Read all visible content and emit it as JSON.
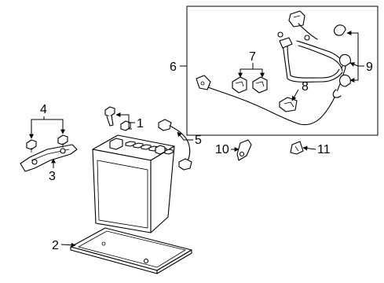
{
  "diagram": {
    "callouts": {
      "c1": "1",
      "c2": "2",
      "c3": "3",
      "c4": "4",
      "c5": "5",
      "c6": "6",
      "c7": "7",
      "c8": "8",
      "c9": "9",
      "c10": "10",
      "c11": "11"
    }
  }
}
